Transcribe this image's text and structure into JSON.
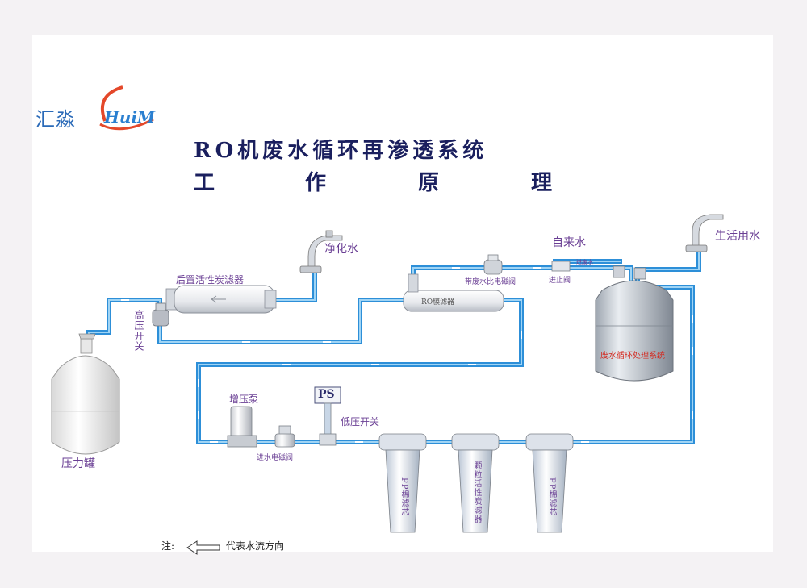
{
  "brand": {
    "cn": "汇淼",
    "en": "HuiM"
  },
  "title": {
    "line1": "RO机废水循环再渗透系统",
    "line2": [
      "工",
      "作",
      "原",
      "理"
    ]
  },
  "components": {
    "pure_water": "净化水",
    "post_carbon_filter": "后置活性炭滤器",
    "high_pressure_switch": "高压开关",
    "pressure_tank": "压力罐",
    "booster_pump": "增压泵",
    "inlet_solenoid": "进水电磁阀",
    "ps": "PS",
    "low_pressure_switch": "低压开关",
    "ro_membrane": "RO膜滤器",
    "waste_ratio_solenoid": "带废水比电磁阀",
    "tap_water": "自来水",
    "inlet_valve": "进止阀",
    "waste_water_small": "进废水",
    "recycle_tank": "废水循环处理系统",
    "domestic_water": "生活用水",
    "pp_filter_1": "PP棉滤芯",
    "granular_carbon": "颗粒活性炭滤器",
    "pp_filter_2": "PP棉滤芯"
  },
  "legend": {
    "note": "注:",
    "meaning": "代表水流方向"
  },
  "colors": {
    "pipe": "#2d8fd8",
    "pipe_light": "#7fc4ee",
    "label": "#6a3f94",
    "title": "#1a1f5e",
    "tank_text": "#d4281e",
    "brand": "#2a6ab8"
  }
}
